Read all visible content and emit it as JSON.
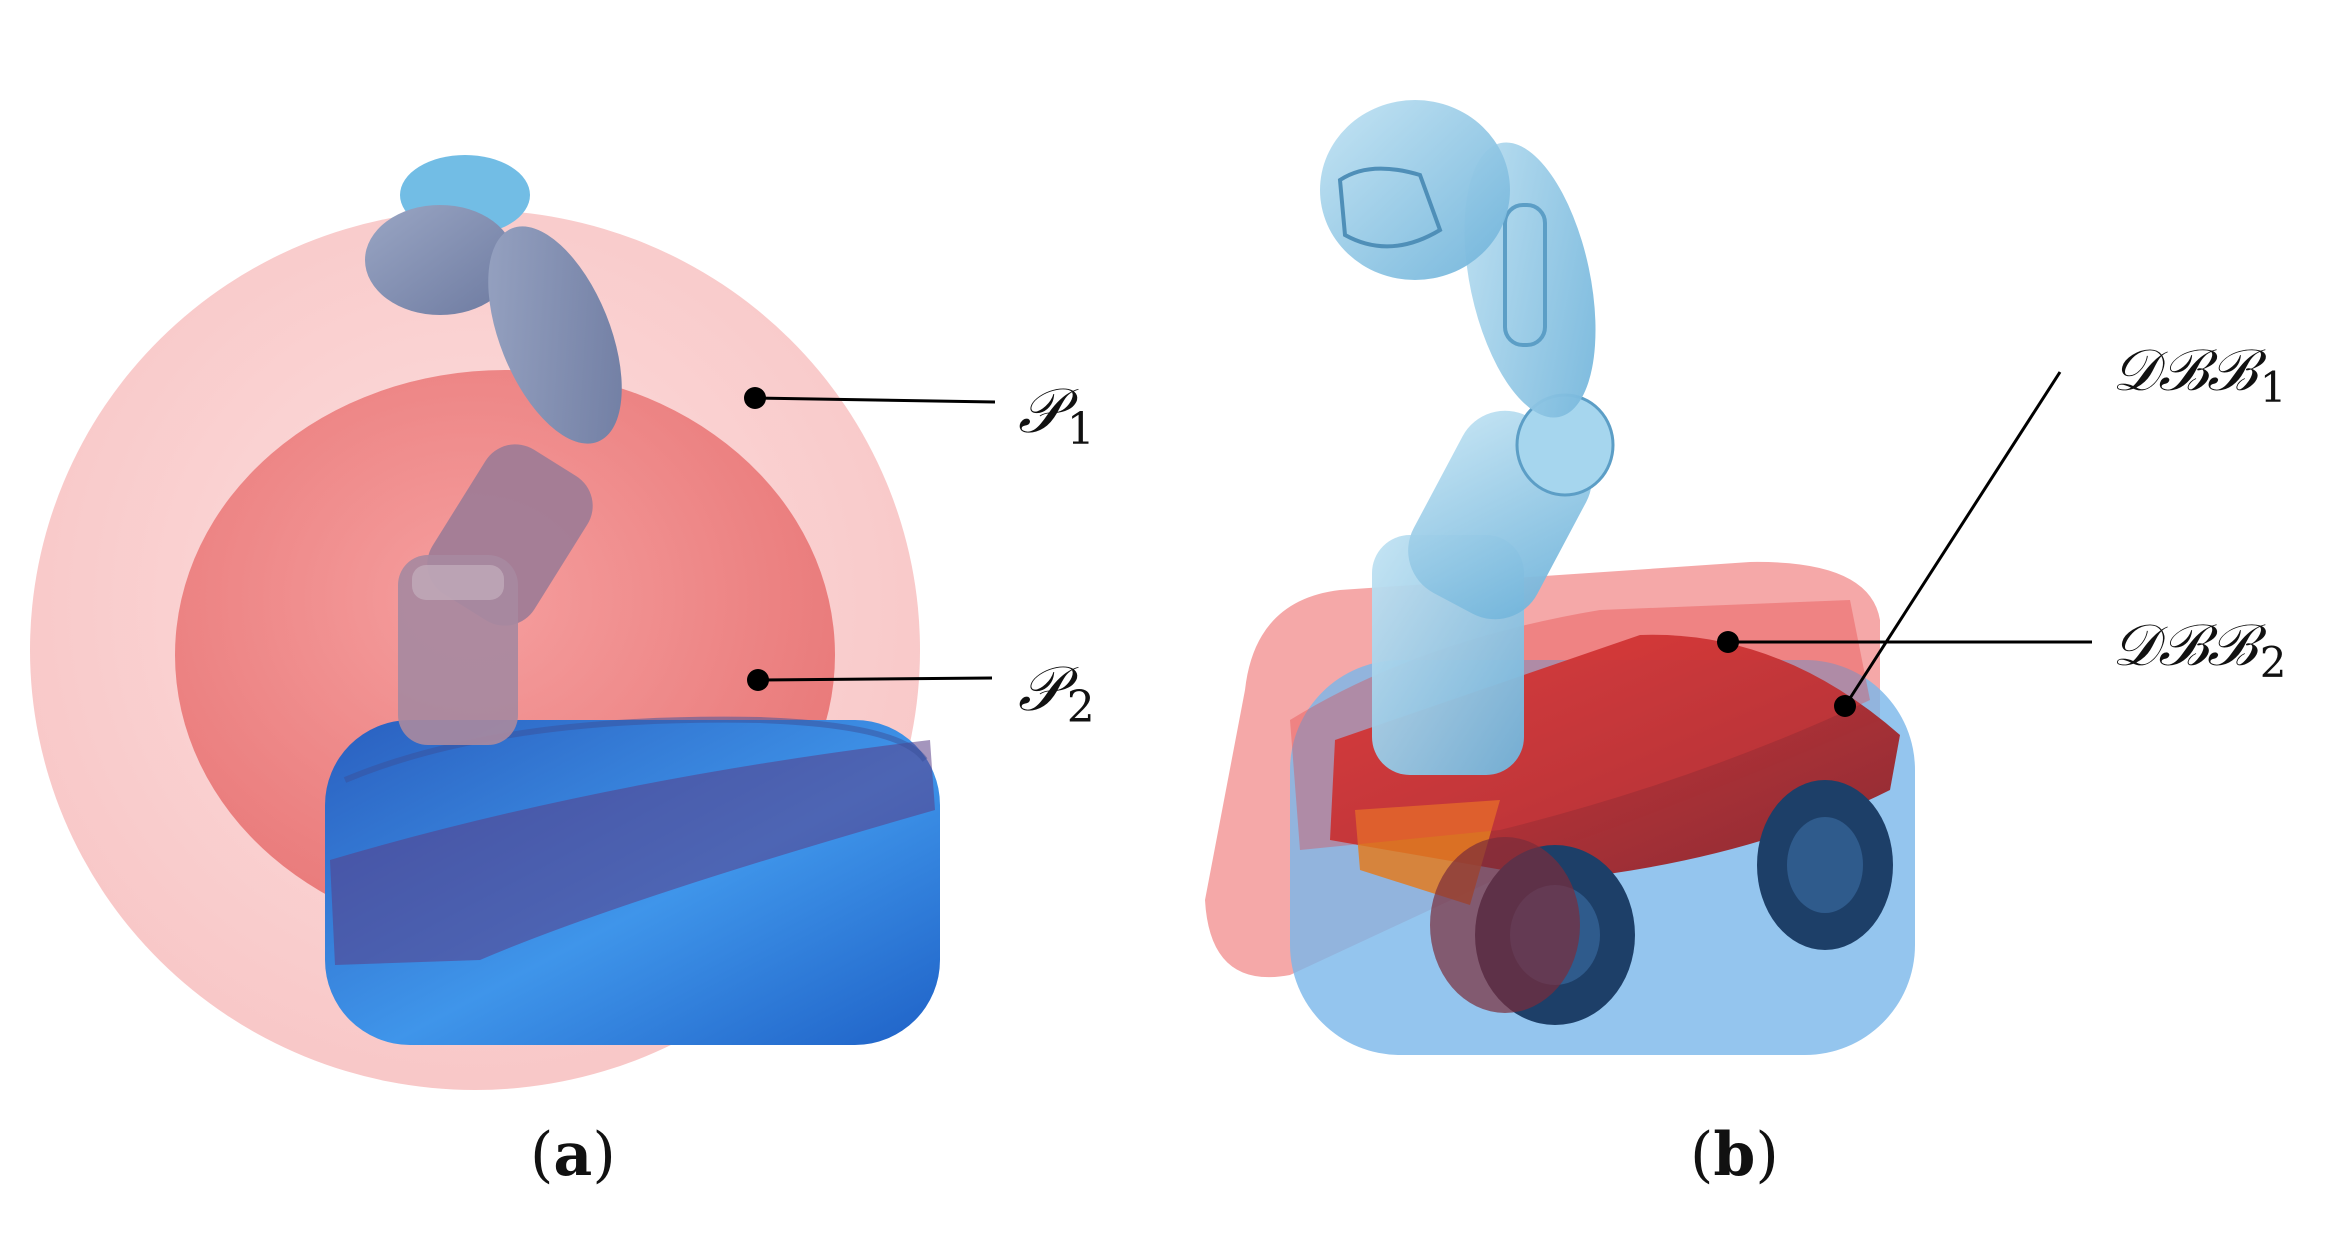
{
  "panels": [
    {
      "caption_open": "(",
      "caption_letter": "a",
      "caption_close": ")",
      "labels": [
        {
          "main": "𝒫",
          "sub": "1"
        },
        {
          "main": "𝒫",
          "sub": "2"
        }
      ]
    },
    {
      "caption_open": "(",
      "caption_letter": "b",
      "caption_close": ")",
      "labels": [
        {
          "main": "𝒟ℬℬ",
          "sub": "1"
        },
        {
          "main": "𝒟ℬℬ",
          "sub": "2"
        }
      ]
    }
  ],
  "colors": {
    "outer_sphere": "#f7a9a9",
    "inner_sphere": "#ef6d6d",
    "base_blue": "#2f7fdc",
    "arm_blue": "#8cc7e6",
    "dbb1_red": "#e84a4a",
    "dbb2_blue": "#6ab0e8",
    "leader": "#000000"
  }
}
